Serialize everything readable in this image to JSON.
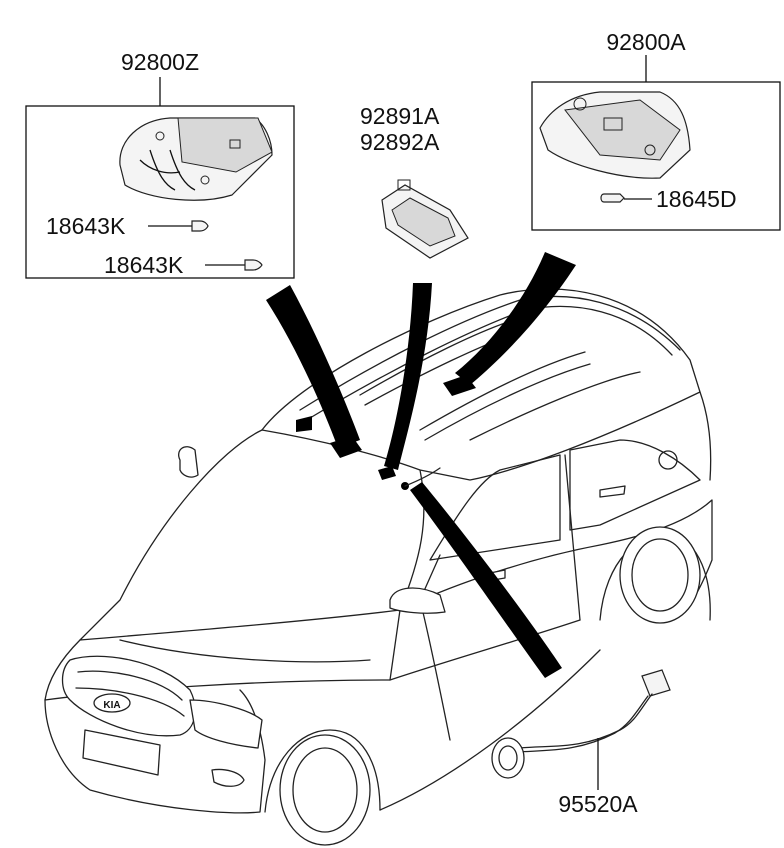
{
  "labels": {
    "front_lamp_assy": "92800Z",
    "front_bulb_1": "18643K",
    "front_bulb_2": "18643K",
    "vanity_lamp_lh": "92891A",
    "vanity_lamp_rh": "92892A",
    "room_lamp_assy": "92800A",
    "room_bulb": "18645D",
    "sensor_assy": "95520A"
  },
  "badge": "KIA"
}
